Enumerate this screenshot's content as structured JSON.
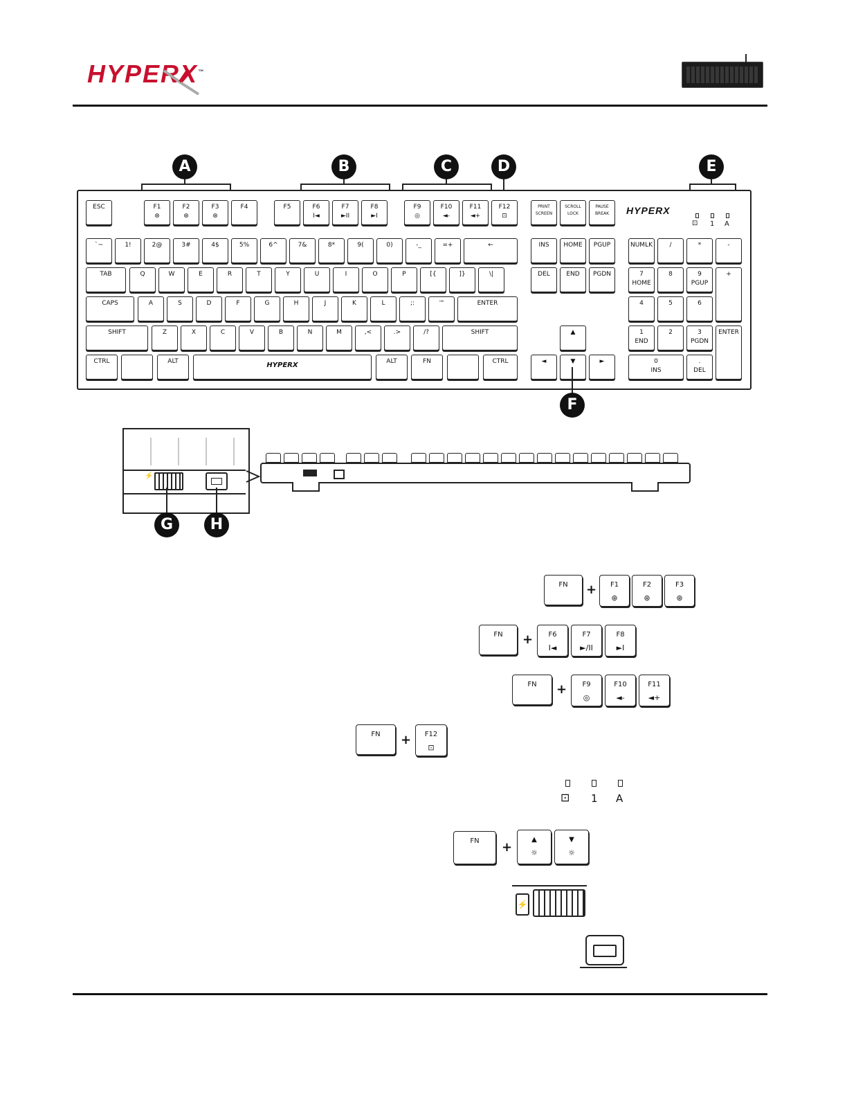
{
  "header": {
    "logo": "HYPERX",
    "trademark": "™",
    "keyboard_photo": "keyboard-product-photo"
  },
  "callouts": [
    "A",
    "B",
    "C",
    "D",
    "E",
    "F",
    "G",
    "H"
  ],
  "board_logo": "HYPERX",
  "leds": [
    {
      "icon": "game-mode-icon",
      "label": ""
    },
    {
      "icon": "",
      "label": "1"
    },
    {
      "icon": "",
      "label": "A"
    }
  ],
  "keys": {
    "esc": "ESC",
    "f1": "F1",
    "f2": "F2",
    "f3": "F3",
    "f4": "F4",
    "f5": "F5",
    "f6": "F6",
    "f7": "F7",
    "f8": "F8",
    "f9": "F9",
    "f10": "F10",
    "f11": "F11",
    "f12": "F12",
    "prtsc": "PRINT SCREEN",
    "scroll": "SCROLL LOCK",
    "pause": "PAUSE BREAK",
    "row1": [
      "`~",
      "1!",
      "2@",
      "3#",
      "4$",
      "5%",
      "6^",
      "7&",
      "8*",
      "9(",
      "0)",
      "-_",
      "=+"
    ],
    "backspace": "←",
    "ins": "INS",
    "home": "HOME",
    "pgup": "PGUP",
    "numlk": "NUMLK",
    "slash": "/",
    "star": "*",
    "minus": "-",
    "tab": "TAB",
    "row2": [
      "Q",
      "W",
      "E",
      "R",
      "T",
      "Y",
      "U",
      "I",
      "O",
      "P",
      "[{",
      "]}",
      "\\|"
    ],
    "del": "DEL",
    "end": "END",
    "pgdn": "PGDN",
    "n7": "7",
    "n7s": "HOME",
    "n8": "8",
    "n9": "9",
    "n9s": "PGUP",
    "plus": "+",
    "caps": "CAPS",
    "row3": [
      "A",
      "S",
      "D",
      "F",
      "G",
      "H",
      "J",
      "K",
      "L",
      ";:",
      "'\""
    ],
    "enter": "ENTER",
    "n4": "4",
    "n5": "5",
    "n6": "6",
    "shift": "SHIFT",
    "row4": [
      "Z",
      "X",
      "C",
      "V",
      "B",
      "N",
      "M",
      ",<",
      ".>",
      "/?"
    ],
    "n1": "1",
    "n1s": "END",
    "n2": "2",
    "n3": "3",
    "n3s": "PGDN",
    "nenter": "ENTER",
    "ctrl": "CTRL",
    "alt": "ALT",
    "fn": "FN",
    "n0": "0",
    "n0s": "INS",
    "ndot": ".",
    "ndots": "DEL",
    "up": "▲",
    "down": "▼",
    "left": "◄",
    "right": "►"
  },
  "combos": {
    "fn": "FN",
    "plus": "+",
    "lighting": [
      {
        "k": "F1"
      },
      {
        "k": "F2"
      },
      {
        "k": "F3"
      }
    ],
    "media": [
      {
        "k": "F6",
        "s": "I◄"
      },
      {
        "k": "F7",
        "s": "►/II"
      },
      {
        "k": "F8",
        "s": "►I"
      }
    ],
    "volume": [
      {
        "k": "F9",
        "s": "◎"
      },
      {
        "k": "F10",
        "s": "◄-"
      },
      {
        "k": "F11",
        "s": "◄+"
      }
    ],
    "gamemode": [
      {
        "k": "F12",
        "s": "⊡"
      }
    ],
    "led_labels": [
      "",
      "1",
      "A"
    ],
    "brightness": [
      {
        "k": "▲",
        "s": "☼"
      },
      {
        "k": "▼",
        "s": "☼"
      }
    ]
  }
}
